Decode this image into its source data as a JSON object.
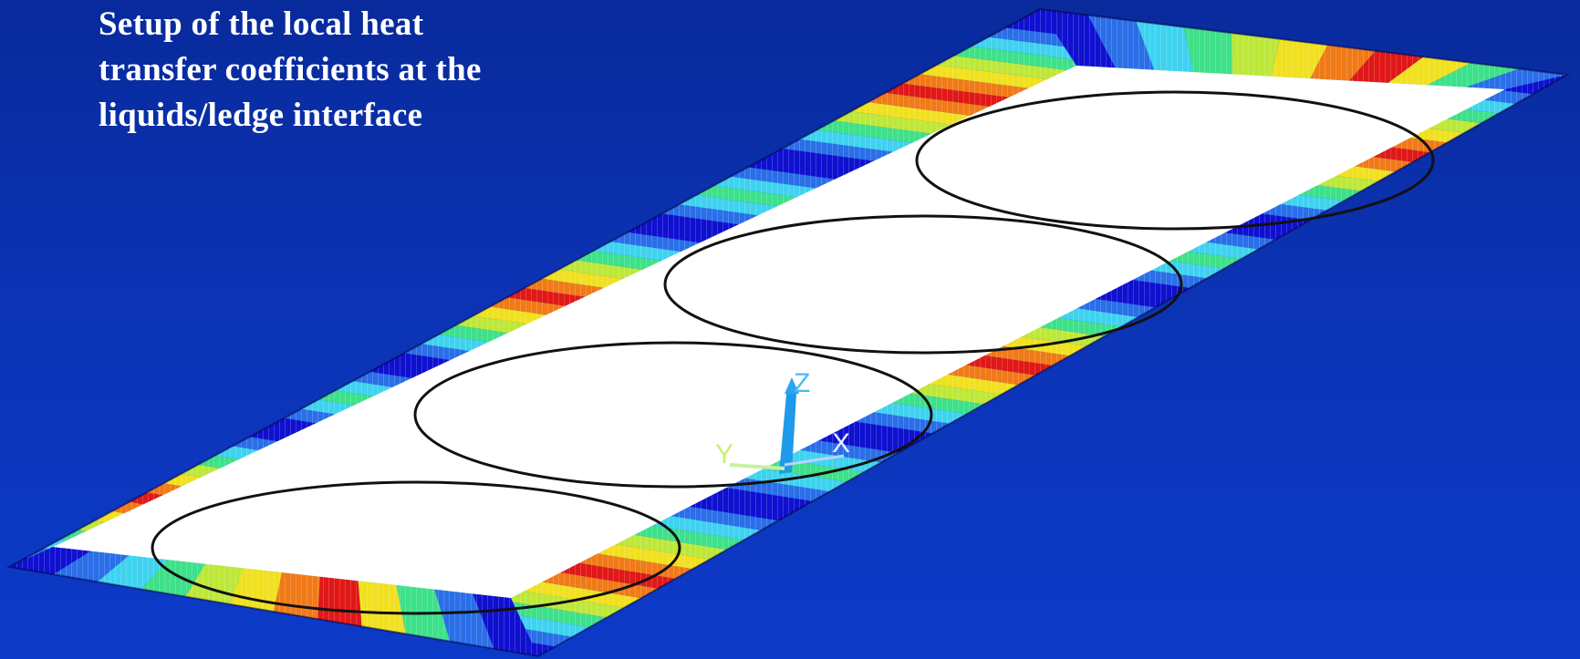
{
  "title": {
    "lines": [
      "Setup of the local heat",
      "transfer coefficients at the",
      "liquids/ledge interface"
    ]
  },
  "axes": {
    "z": "Z",
    "x": "X",
    "y": "Y"
  },
  "colors": {
    "background": "#0a2fa8",
    "interior": "#ffffff",
    "contour_scale": [
      "#1010d0",
      "#2a6ee8",
      "#3fd2f0",
      "#3ee08a",
      "#bde83a",
      "#f0e020",
      "#f07a18",
      "#e01818"
    ],
    "ellipse_stroke": "#111111",
    "title_text": "#ffffff"
  }
}
